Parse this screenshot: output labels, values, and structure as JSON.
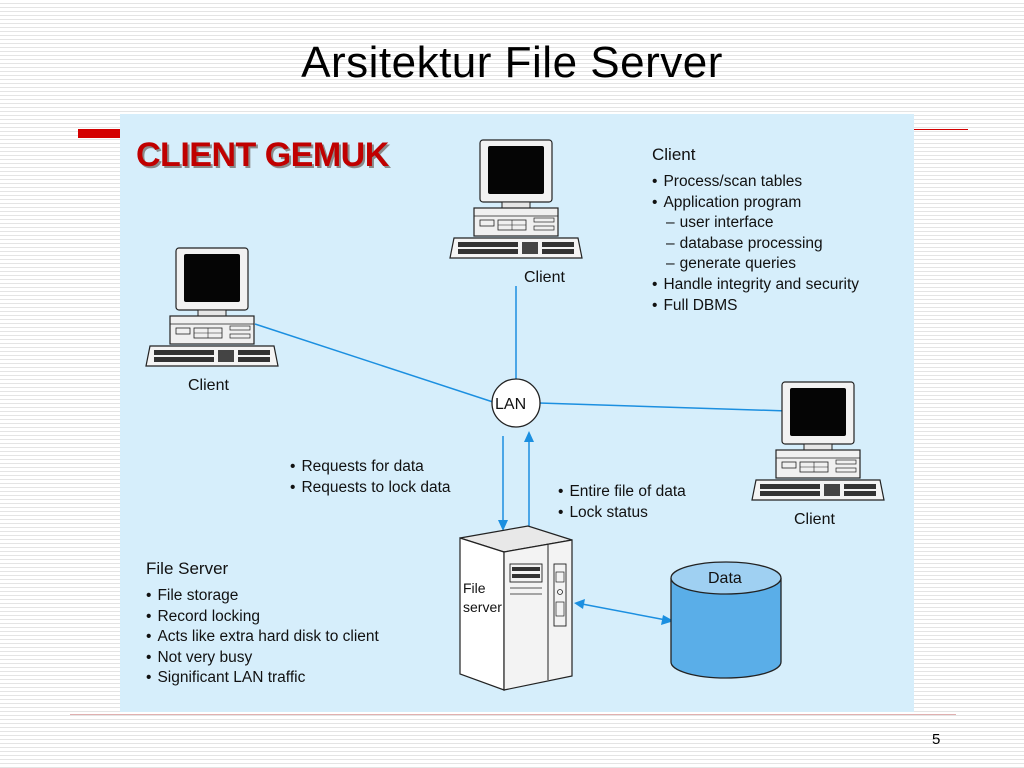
{
  "slide": {
    "title": "Arsitektur File Server",
    "page_number": "5"
  },
  "heading": "CLIENT GEMUK",
  "network": {
    "hub_label": "LAN"
  },
  "clients": [
    {
      "label": "Client"
    },
    {
      "label": "Client"
    },
    {
      "label": "Client"
    }
  ],
  "client_box": {
    "title": "Client",
    "items": [
      {
        "text": "Process/scan tables",
        "level": 1
      },
      {
        "text": "Application program",
        "level": 1
      },
      {
        "text": "user interface",
        "level": 2
      },
      {
        "text": "database processing",
        "level": 2
      },
      {
        "text": "generate queries",
        "level": 2
      },
      {
        "text": "Handle integrity and security",
        "level": 1
      },
      {
        "text": "Full DBMS",
        "level": 1
      }
    ]
  },
  "requests": [
    "Requests for data",
    "Requests to lock data"
  ],
  "responses": [
    "Entire file of data",
    "Lock status"
  ],
  "file_server": {
    "device_label_line1": "File",
    "device_label_line2": "server",
    "title": "File Server",
    "items": [
      "File storage",
      "Record locking",
      "Acts like extra hard disk to client",
      "Not very busy",
      "Significant LAN traffic"
    ]
  },
  "database": {
    "label": "Data"
  },
  "colors": {
    "panel": "#d6eefb",
    "line": "#1b8fe0",
    "heading": "#c00000",
    "cylinder": "#5aaee8",
    "accent_bar": "#d40000"
  }
}
